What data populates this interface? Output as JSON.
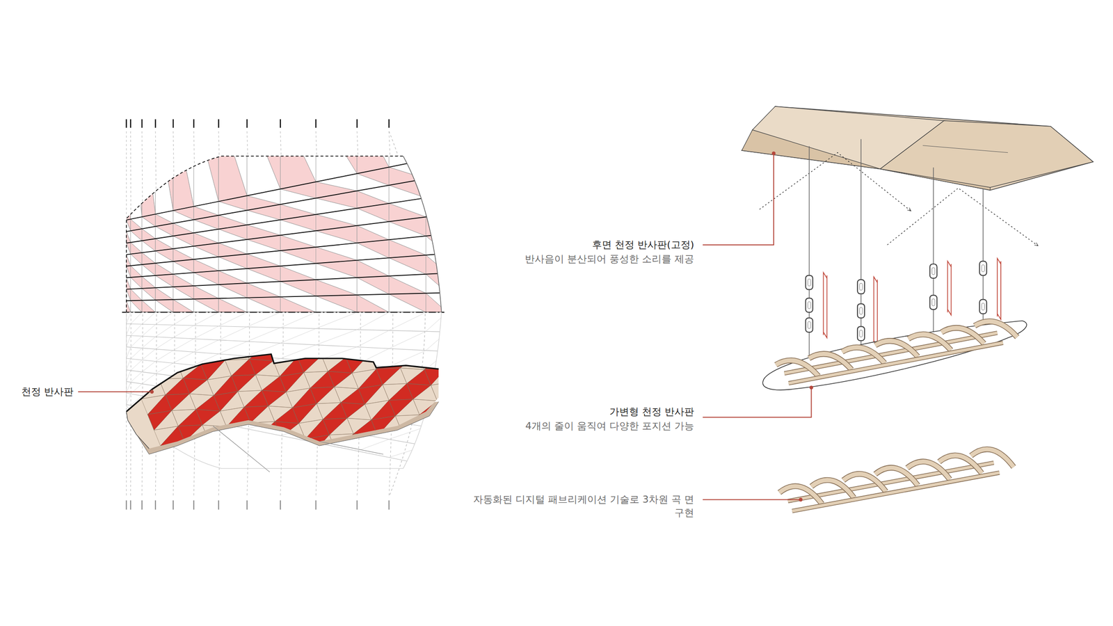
{
  "diagram": {
    "labels": [
      "천정 반사판",
      "후면 천정 반사판(고정)",
      "반사음이 분산되어 풍성한 소리를 제공",
      "가변형 천정 반사판",
      "4개의 줄이 움직여 다양한 포지션 가능",
      "자동화된 디지털 패브리케이션 기술로 3차원 곡 면 구현"
    ]
  }
}
